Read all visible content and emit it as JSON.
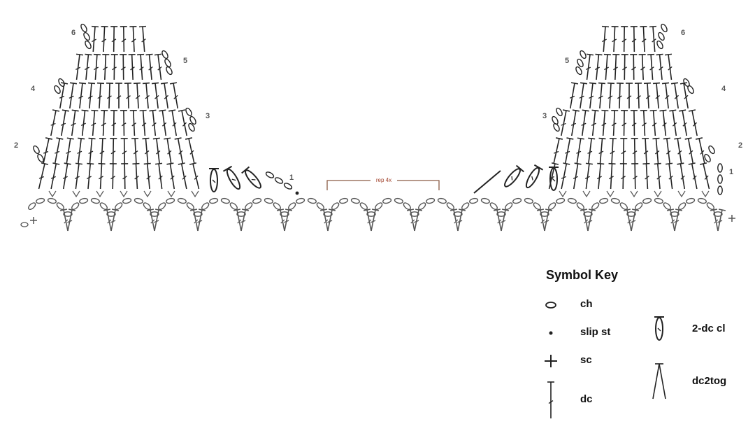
{
  "diagram": {
    "rep_label": "rep 4x",
    "left_motif": {
      "row_labels": [
        "1",
        "2",
        "3",
        "4",
        "5",
        "6"
      ]
    },
    "right_motif": {
      "row_labels": [
        "1",
        "2",
        "3",
        "4",
        "5",
        "6"
      ]
    }
  },
  "key": {
    "title": "Symbol Key",
    "items": [
      {
        "id": "ch",
        "label": "ch"
      },
      {
        "id": "slip_st",
        "label": "slip st"
      },
      {
        "id": "sc",
        "label": "sc"
      },
      {
        "id": "dc",
        "label": "dc"
      },
      {
        "id": "dc_cl",
        "label": "2-dc cl"
      },
      {
        "id": "dc2tog",
        "label": "dc2tog"
      }
    ]
  },
  "colors": {
    "ink": "#222222",
    "base_ink": "#555555",
    "rep_bracket": "#8a5a44"
  }
}
